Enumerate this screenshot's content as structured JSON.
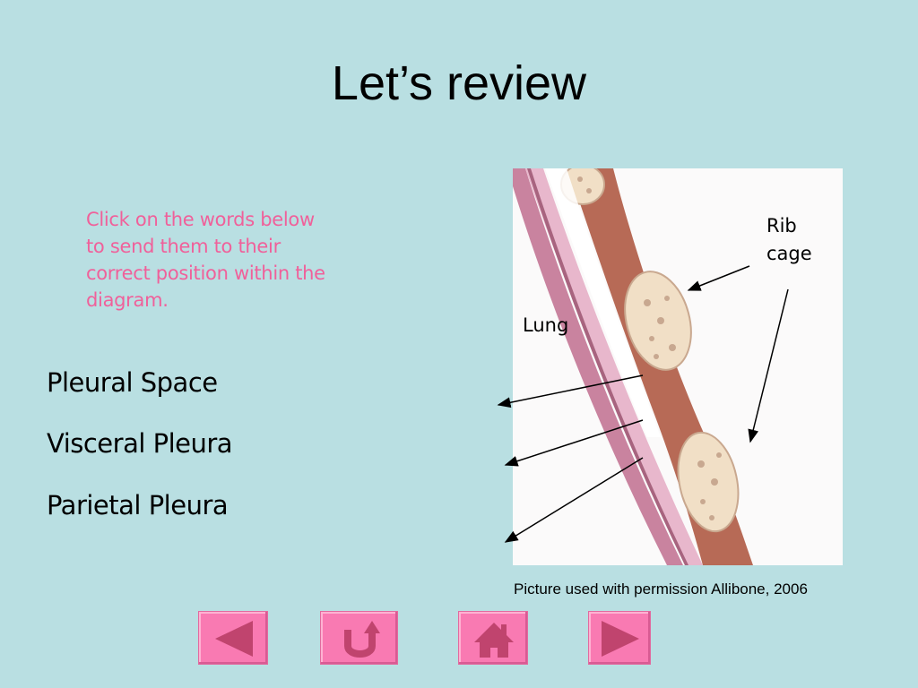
{
  "slide": {
    "title": "Let’s review",
    "instructions": "Click on the words below to send them to their correct position within the diagram."
  },
  "words": [
    {
      "label": "Pleural Space"
    },
    {
      "label": "Visceral Pleura"
    },
    {
      "label": "Parietal Pleura"
    }
  ],
  "diagram": {
    "labels": {
      "lung": "Lung",
      "rib_cage_line1": "Rib",
      "rib_cage_line2": "cage"
    },
    "caption": "Picture used with permission Allibone, 2006"
  },
  "navigation": {
    "buttons": [
      {
        "name": "previous-button",
        "icon": "left-triangle-icon"
      },
      {
        "name": "return-button",
        "icon": "u-turn-arrow-icon"
      },
      {
        "name": "home-button",
        "icon": "house-icon"
      },
      {
        "name": "next-button",
        "icon": "right-triangle-icon"
      }
    ]
  },
  "colors": {
    "background": "#b9dfe2",
    "accent_text": "#f0609a",
    "nav_button": "#f97ab2",
    "nav_icon": "#c0446e"
  }
}
